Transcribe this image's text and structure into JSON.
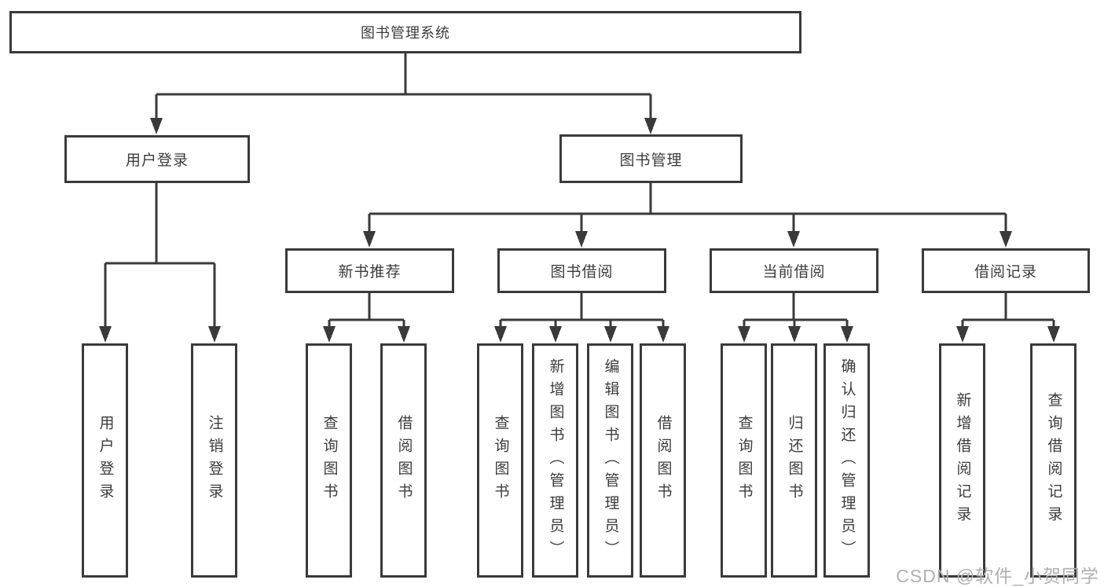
{
  "tree": {
    "root": "图书管理系统",
    "branches": [
      {
        "label": "用户登录",
        "children": [
          "用户登录",
          "注销登录"
        ]
      },
      {
        "label": "图书管理",
        "sections": [
          {
            "label": "新书推荐",
            "children": [
              "查询图书",
              "借阅图书"
            ]
          },
          {
            "label": "图书借阅",
            "children": [
              "查询图书",
              "新增图书（管理员）",
              "编辑图书（管理员）",
              "借阅图书"
            ]
          },
          {
            "label": "当前借阅",
            "children": [
              "查询图书",
              "归还图书",
              "确认归还（管理员）"
            ]
          },
          {
            "label": "借阅记录",
            "children": [
              "新增借阅记录",
              "查询借阅记录"
            ]
          }
        ]
      }
    ]
  },
  "watermark": "CSDN @软件_小贺同学",
  "colors": {
    "line": "#3a3a3a",
    "text": "#3c3c3c",
    "watermark": "#b0b0b0",
    "background": "#ffffff"
  }
}
